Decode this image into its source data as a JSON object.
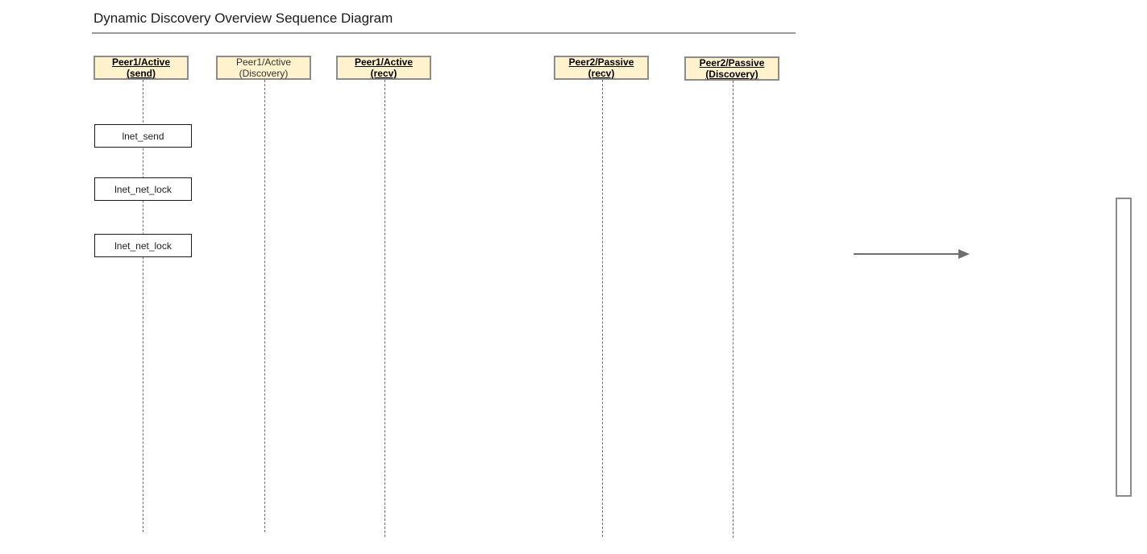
{
  "diagram": {
    "title": "Dynamic Discovery Overview Sequence Diagram",
    "participants": [
      {
        "label": "Peer1/Active\n(send)",
        "style": "bold"
      },
      {
        "label": "Peer1/Active\n(Discovery)",
        "style": "plain"
      },
      {
        "label": "Peer1/Active\n(recv)",
        "style": "bold"
      },
      {
        "label": "Peer2/Passive\n(recv)",
        "style": "bold"
      },
      {
        "label": "Peer2/Passive\n(Discovery)",
        "style": "bold"
      }
    ],
    "activations": [
      {
        "label": "lnet_send"
      },
      {
        "label": "lnet_net_lock"
      },
      {
        "label": "lnet_net_lock"
      }
    ],
    "colors": {
      "participant_fill": "#fff2cc",
      "participant_border": "#8c8c8c",
      "lifeline": "#6e6e6e",
      "arrow": "#6e6e6e"
    }
  }
}
